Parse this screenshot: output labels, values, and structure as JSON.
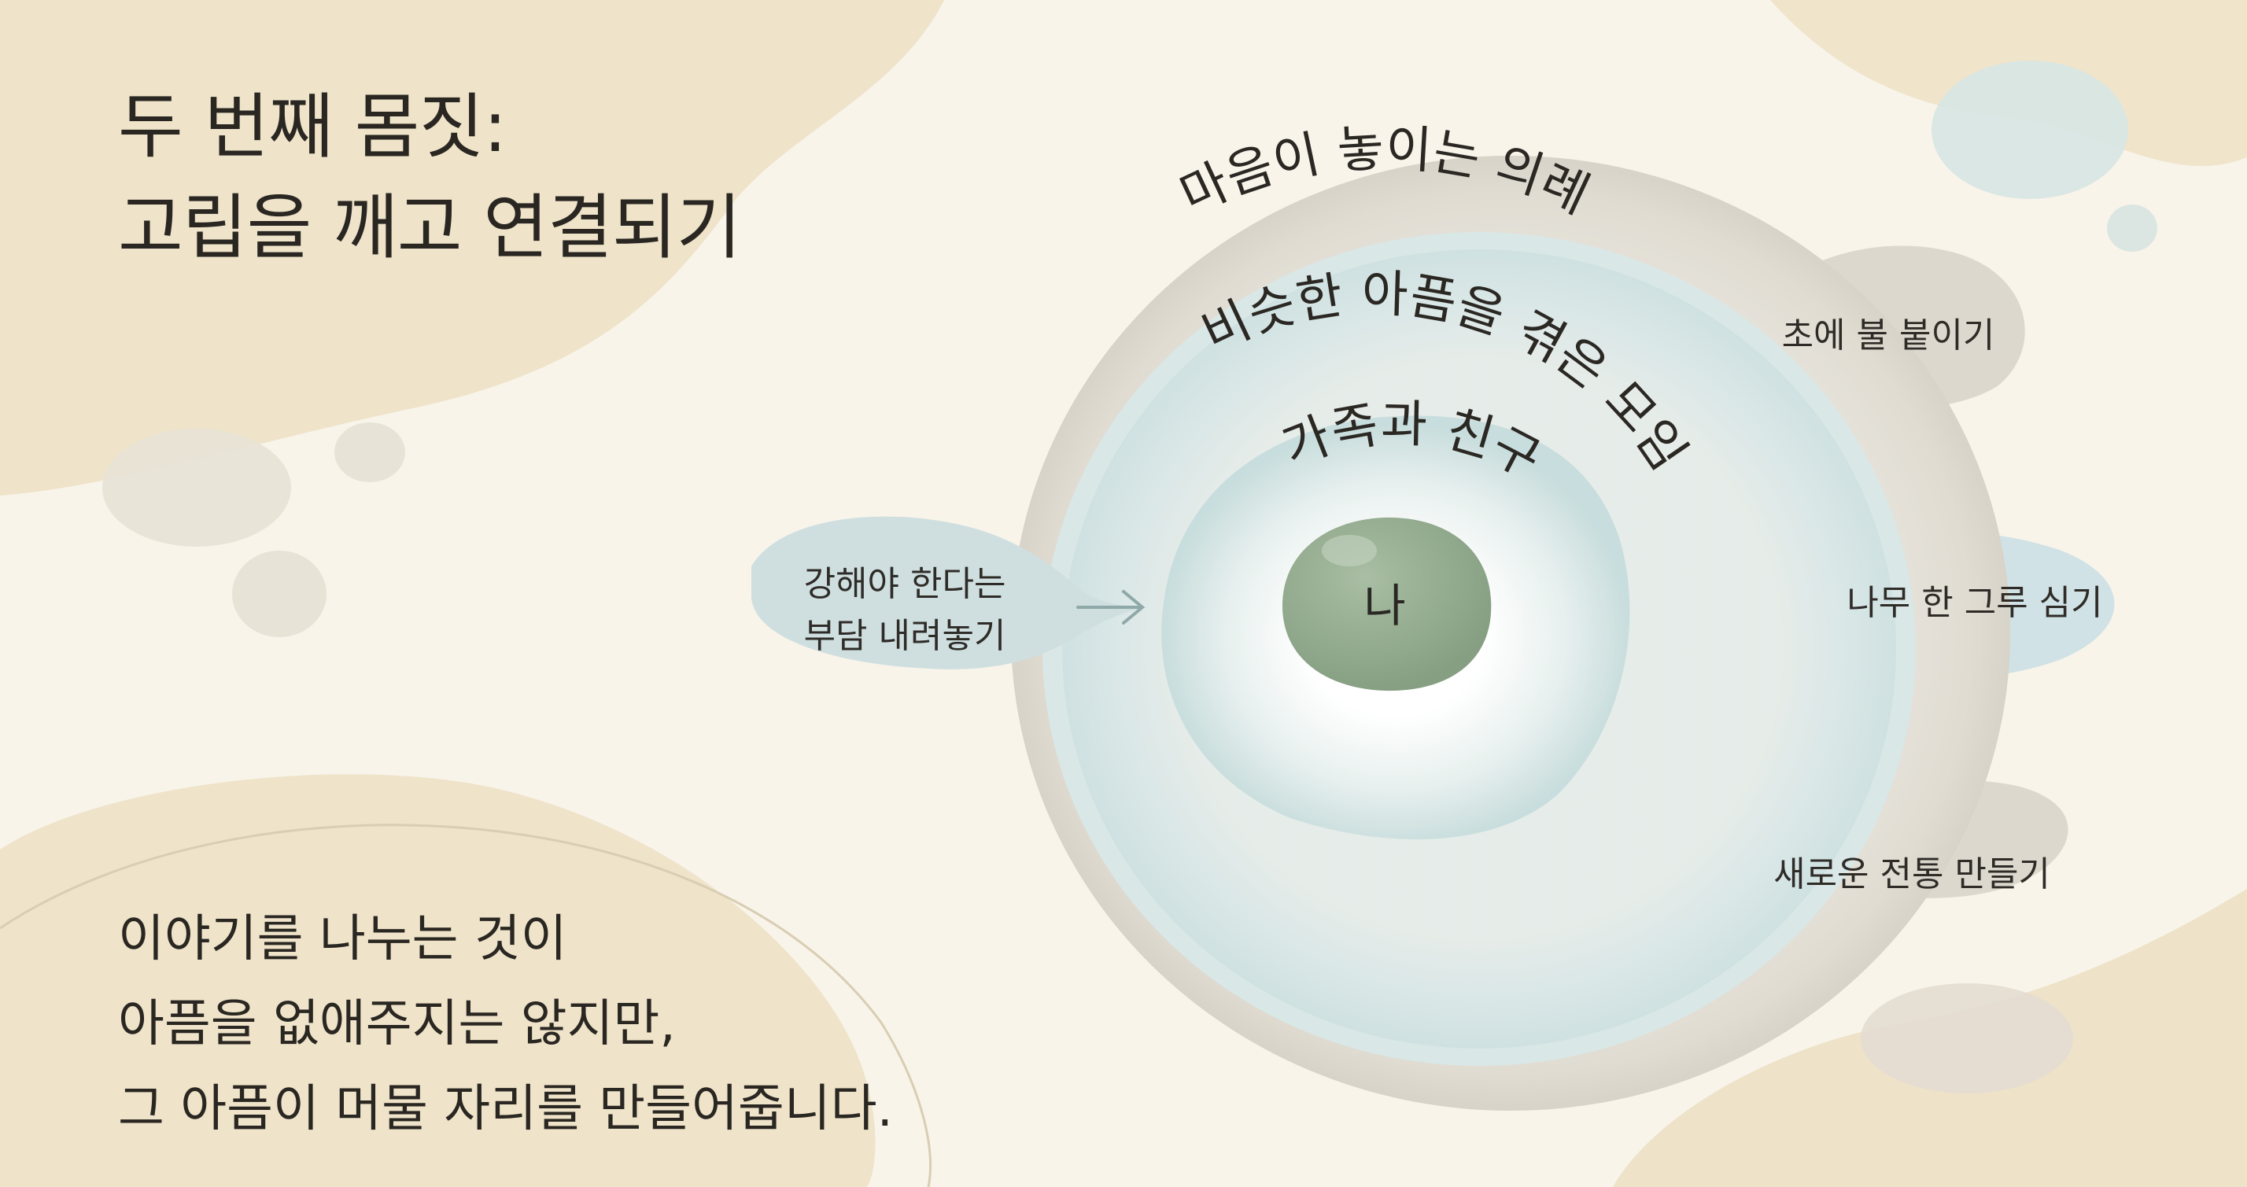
{
  "title": {
    "line1": "두 번째 몸짓:",
    "line2": "고립을 깨고 연결되기"
  },
  "quote": {
    "line1": "이야기를 나누는 것이",
    "line2": "아픔을 없애주지는 않지만,",
    "line3": "그 아픔이 머물 자리를 만들어줍니다."
  },
  "diagram": {
    "center": "나",
    "inner_ring": "가족과 친구",
    "middle_ring": "비슷한 아픔을 겪은 모임",
    "outer_ring": "마음이 놓이는 의례",
    "release_bubble": {
      "line1": "강해야 한다는",
      "line2": "부담 내려놓기"
    },
    "rituals": [
      "초에 불 붙이기",
      "나무 한 그루 심기",
      "새로운 전통 만들기"
    ]
  },
  "colors": {
    "background": "#f8f4ea",
    "blob_beige": "#efe3c8",
    "outer_ring": "#e4e0d6",
    "middle_ring": "#d3e3e3",
    "inner_ring": "#d7e8e8",
    "center": "#93ab8e",
    "ritual_bubble_grey": "#ddd8cf",
    "ritual_bubble_blue": "#d0e3e6"
  }
}
